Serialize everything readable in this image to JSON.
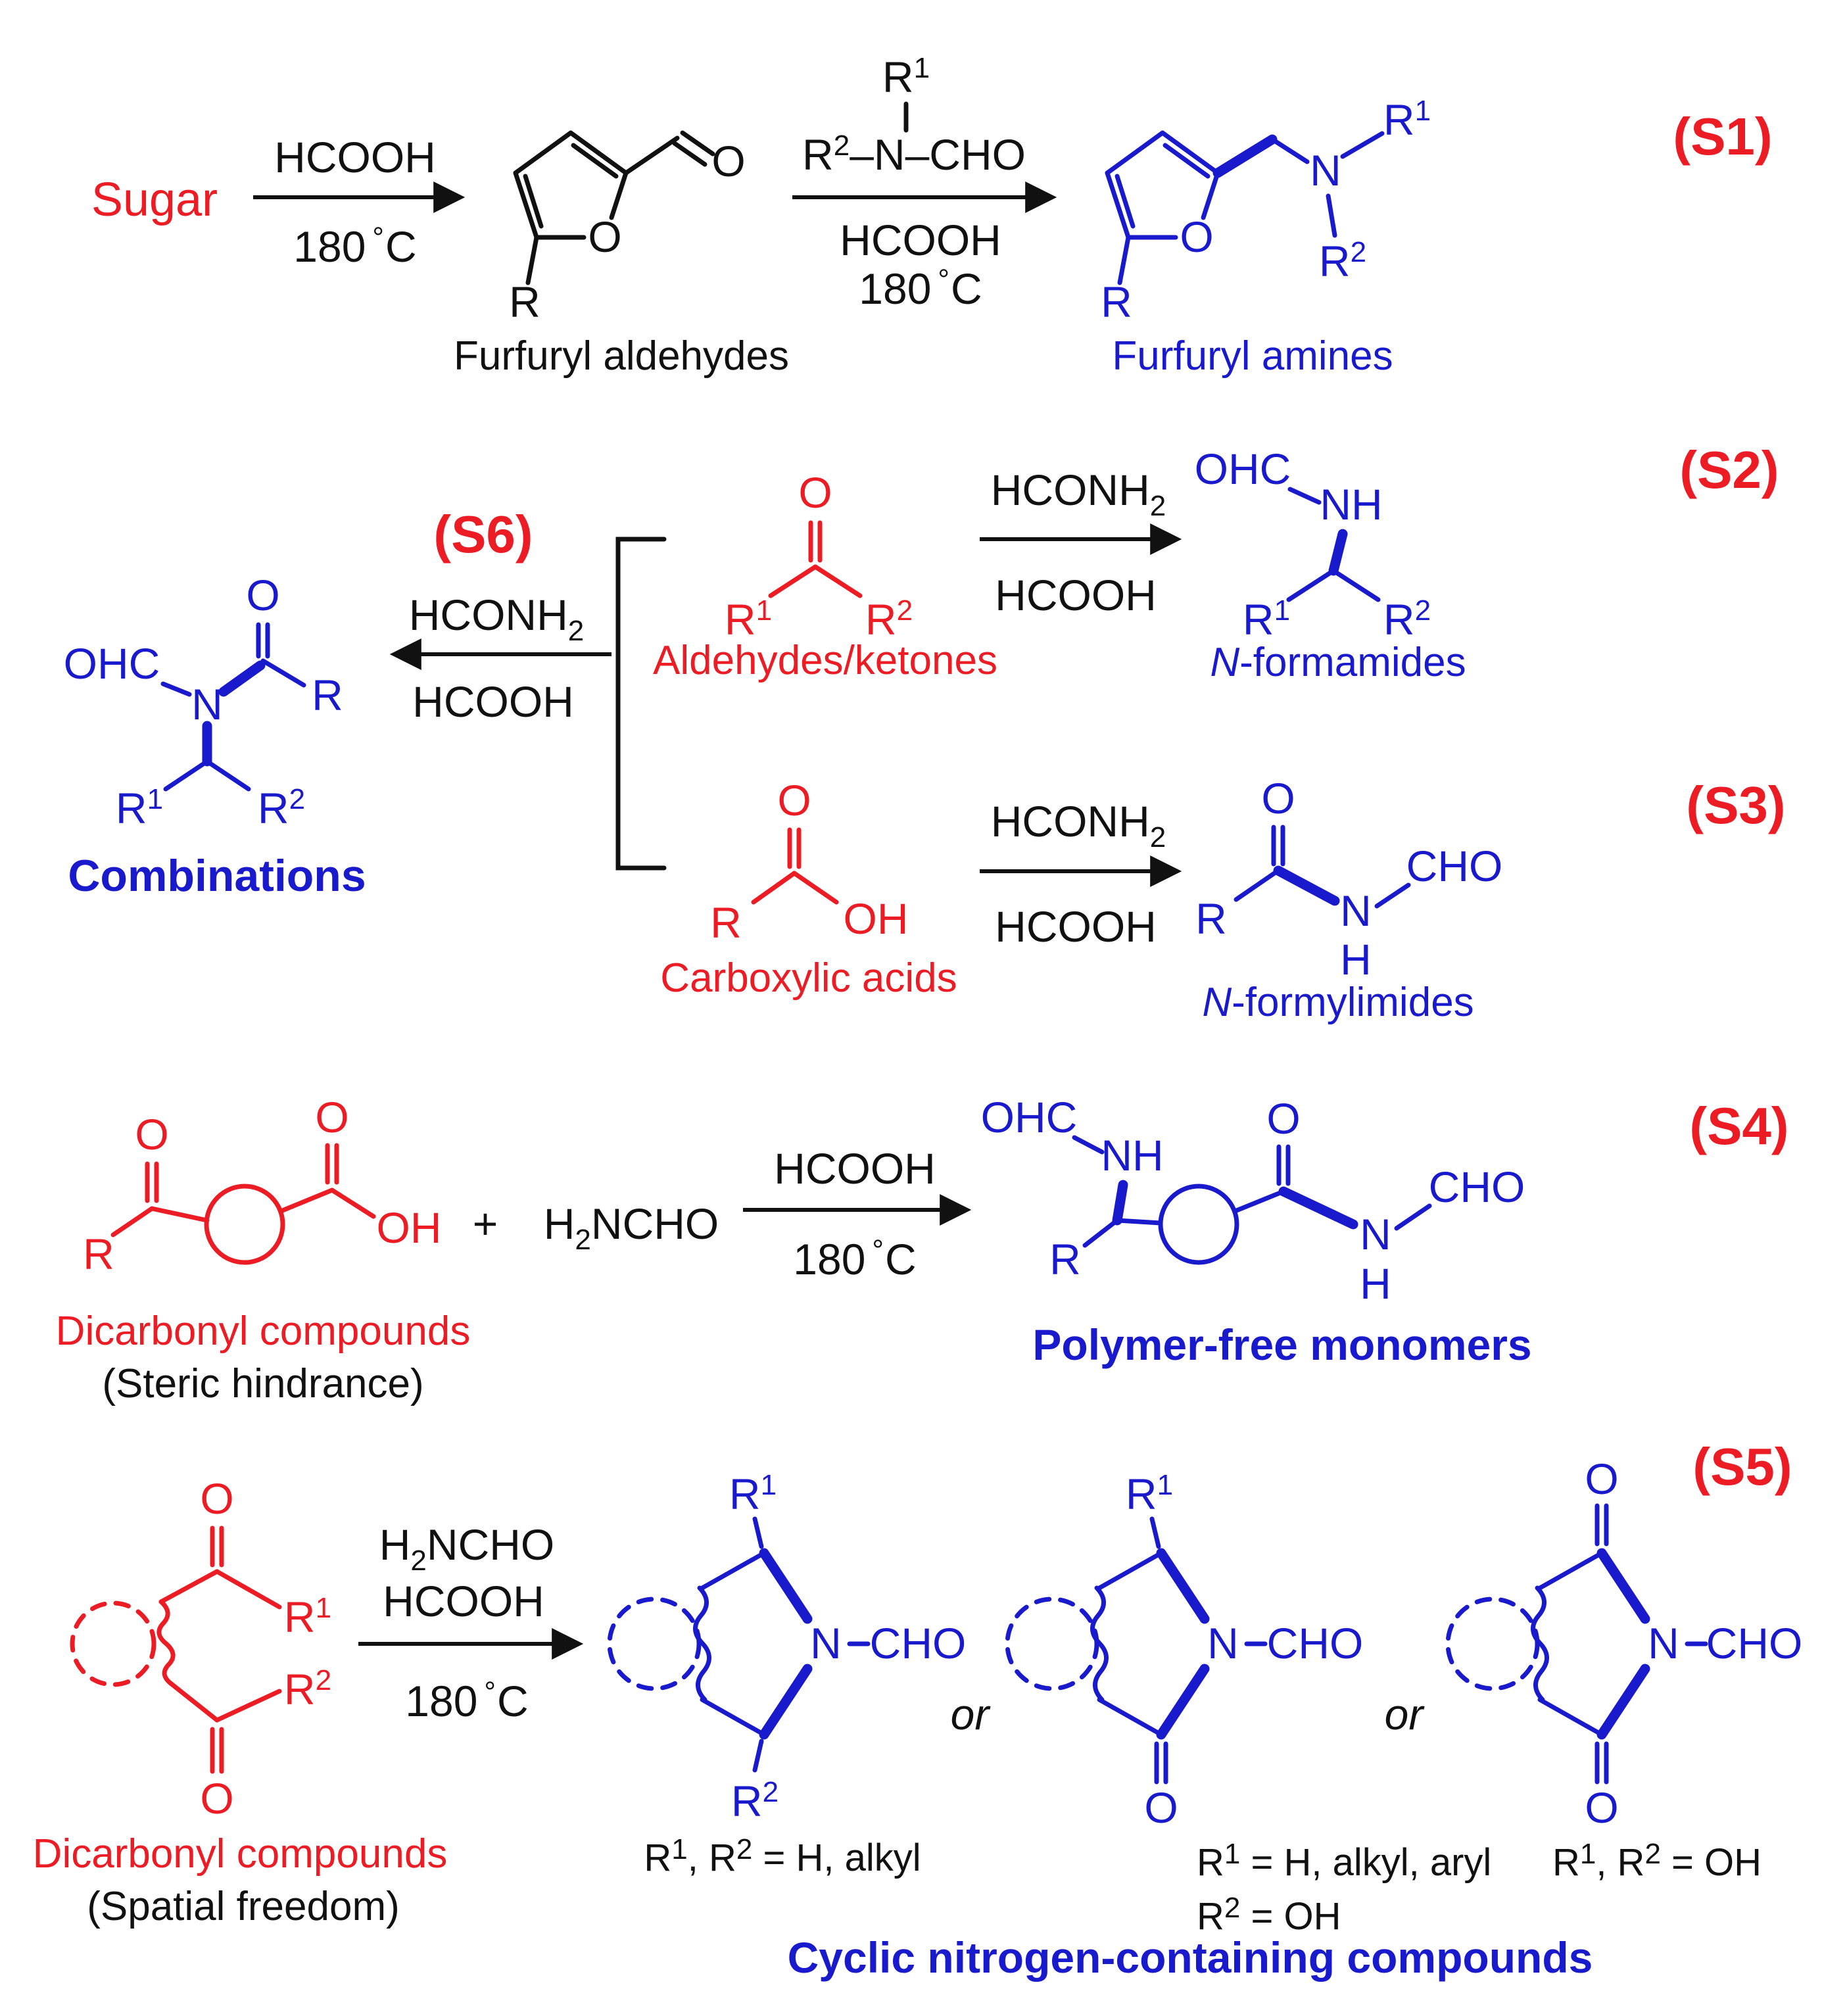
{
  "colors": {
    "red": "#ec1c24",
    "blue": "#1a1acd",
    "black": "#111111"
  },
  "sym": {
    "r": "R",
    "one": "1",
    "two": "2",
    "o": "O",
    "oh": "OH",
    "n": "N",
    "h": "H",
    "nh": "NH",
    "cho": "CHO",
    "ohc": "OHC",
    "plus": "+",
    "ndash_n_cho": "–N–CHO",
    "dash": "–"
  },
  "reagents": {
    "hcooh": "HCOOH",
    "hconh": "HCONH",
    "sub2": "2",
    "h2": "H",
    "ncho": "NCHO",
    "temp": "180",
    "deg": "°",
    "cunit": "C"
  },
  "steps": {
    "s1": {
      "tag": "(S1)",
      "start": "Sugar",
      "intermediate_label": "Furfuryl aldehydes",
      "product_label": "Furfuryl amines"
    },
    "s2": {
      "tag": "(S2)",
      "reactant_label": "Aldehydes/ketones",
      "product_prefix": "N",
      "product_suffix": "-formamides"
    },
    "s3": {
      "tag": "(S3)",
      "reactant_label": "Carboxylic acids",
      "product_prefix": "N",
      "product_suffix": "-formylimides"
    },
    "s4": {
      "tag": "(S4)",
      "reactant_label": "Dicarbonyl compounds",
      "reactant_note": "(Steric hindrance)",
      "product_label": "Polymer-free monomers"
    },
    "s5": {
      "tag": "(S5)",
      "reactant_label": "Dicarbonyl compounds",
      "reactant_note": "(Spatial freedom)",
      "or": "or",
      "cap1_pre": "R",
      "cap1_mid": ", R",
      "cap1_post": " = H, alkyl",
      "cap2a_pre": "R",
      "cap2a_post": " = H, alkyl, aryl",
      "cap2b_pre": "R",
      "cap2b_post": " = OH",
      "cap3_pre": "R",
      "cap3_mid": ", R",
      "cap3_post": " = OH",
      "product_label": "Cyclic nitrogen-containing compounds"
    },
    "s6": {
      "tag": "(S6)",
      "product_label": "Combinations"
    }
  }
}
